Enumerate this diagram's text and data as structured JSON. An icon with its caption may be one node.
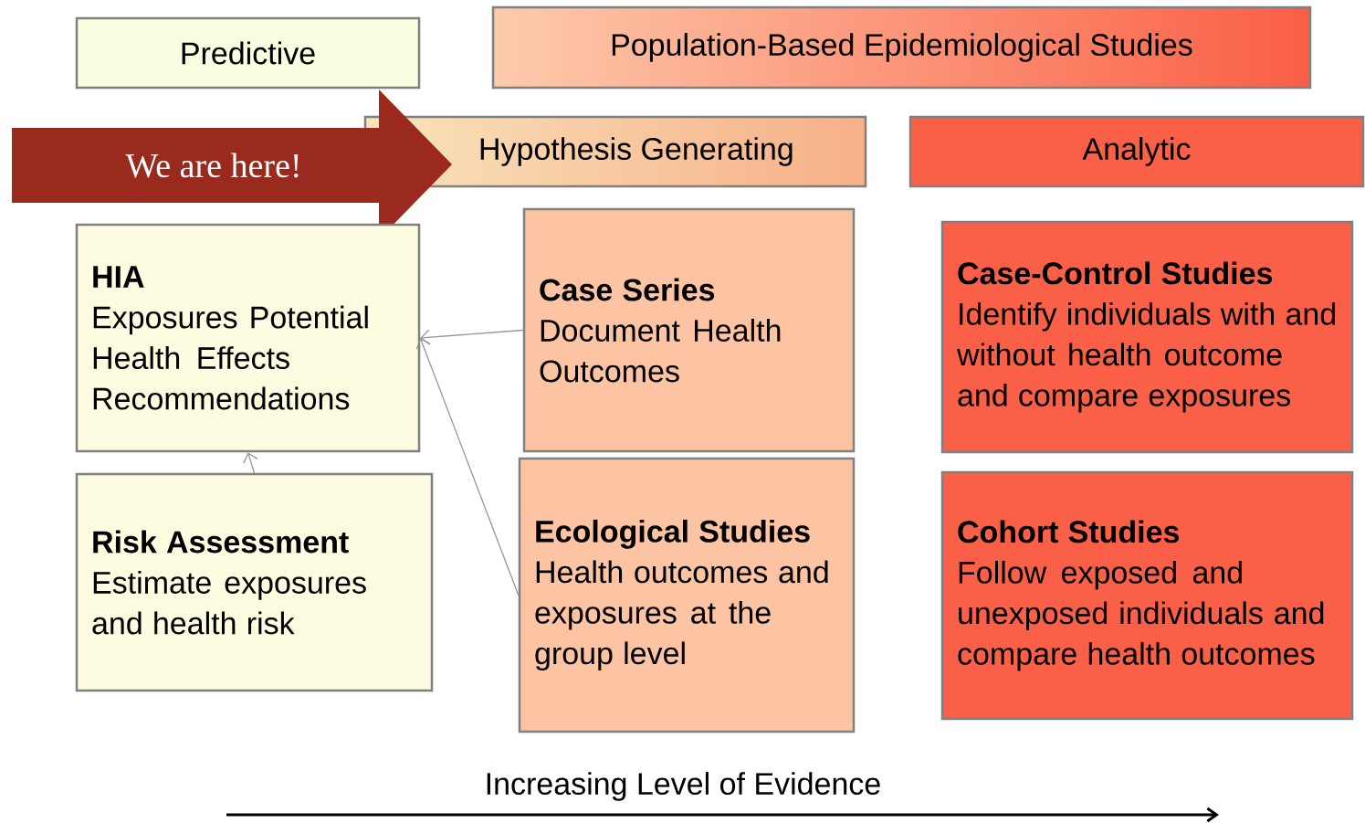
{
  "diagram": {
    "nodes": [
      {
        "text": [
          "Predictive"
        ]
      },
      {
        "text": [
          "Population-Based Epidemiological Studies"
        ]
      },
      {
        "text": [
          "Hypothesis Generating"
        ]
      },
      {
        "text": [
          "Analytic"
        ]
      },
      {
        "text": [
          "We are here!"
        ]
      },
      {
        "text": [
          "HIA",
          "Exposures Potential Health Effects Recommendations"
        ]
      },
      {
        "text": [
          "Case Series",
          "Document Health Outcomes"
        ]
      },
      {
        "text": [
          "Case-Control Studies",
          "Identify individuals with and without health outcome and compare exposures"
        ]
      },
      {
        "text": [
          "Risk Assessment",
          "Estimate exposures and health risk"
        ]
      },
      {
        "text": [
          "Ecological Studies",
          "Health outcomes and exposures at the group level"
        ]
      },
      {
        "text": [
          "Cohort Studies",
          "Follow exposed and unexposed individuals and compare health outcomes"
        ]
      }
    ],
    "edges": [
      {
        "from": 6,
        "to": 5,
        "arrow": "to"
      },
      {
        "from": 9,
        "to": 5,
        "arrow": "to"
      },
      {
        "from": 8,
        "to": 5,
        "arrow": "to"
      }
    ],
    "labels": [
      "Increasing Level of Evidence"
    ]
  }
}
